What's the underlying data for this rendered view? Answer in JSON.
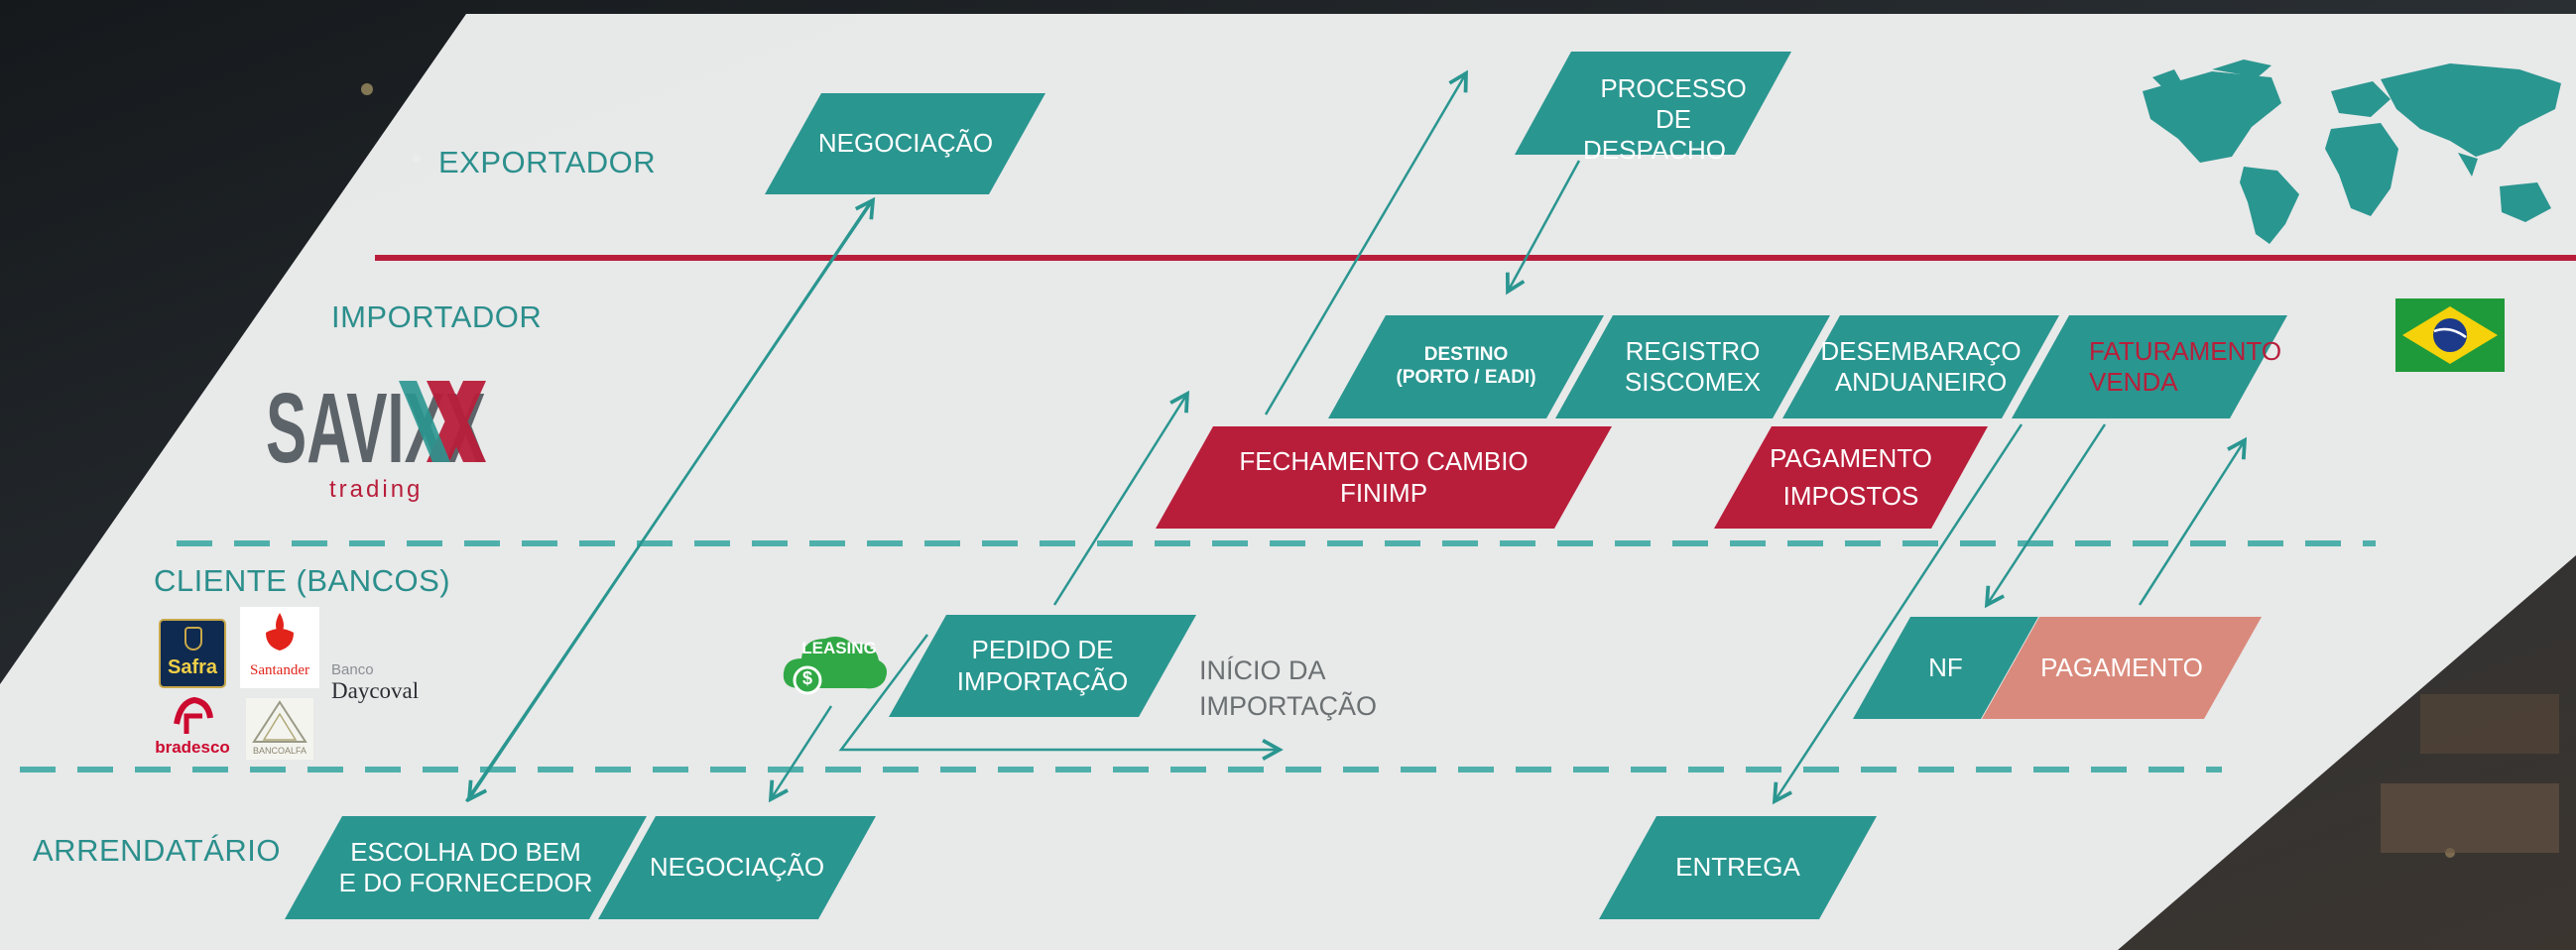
{
  "lanes": {
    "exportador": "EXPORTADOR",
    "importador": "IMPORTADOR",
    "cliente": "CLIENTE (BANCOS)",
    "arrendatario": "ARRENDATÁRIO"
  },
  "logo": {
    "brand": "SAVIXX",
    "subtitle": "trading"
  },
  "banks": {
    "safra": "Safra",
    "santander": "Santander",
    "bradesco": "bradesco",
    "banco_label": "Banco",
    "daycoval": "Daycoval",
    "alfa": "BANCOALFA"
  },
  "leasing": {
    "label": "LEASING",
    "symbol": "$"
  },
  "steps": {
    "negociacao_exp": "NEGOCIAÇÃO",
    "processo_despacho": [
      "PROCESSO DE",
      "DESPACHO"
    ],
    "destino": [
      "DESTINO",
      "(PORTO / EADI)"
    ],
    "registro": [
      "REGISTRO",
      "SISCOMEX"
    ],
    "desembaraco": [
      "DESEMBARAÇO",
      "ANDUANEIRO"
    ],
    "faturamento": [
      "FATURAMENTO",
      "VENDA"
    ],
    "fechamento": [
      "FECHAMENTO CAMBIO",
      "FINIMP"
    ],
    "pagamento_impostos": [
      "PAGAMENTO",
      "IMPOSTOS"
    ],
    "pedido": [
      "PEDIDO DE",
      "IMPORTAÇÃO"
    ],
    "nf": "NF",
    "pagamento": "PAGAMENTO",
    "escolha": [
      "ESCOLHA DO BEM",
      "E DO FORNECEDOR"
    ],
    "negociacao_arr": "NEGOCIAÇÃO",
    "entrega": "ENTREGA"
  },
  "notes": {
    "inicio": [
      "INÍCIO DA",
      "IMPORTAÇÃO"
    ]
  },
  "colors": {
    "teal": "#2a9690",
    "red": "#b81e3a",
    "salmon": "#d98a7c",
    "panel": "#eef0ef",
    "lane_text": "#2b8f8c"
  }
}
